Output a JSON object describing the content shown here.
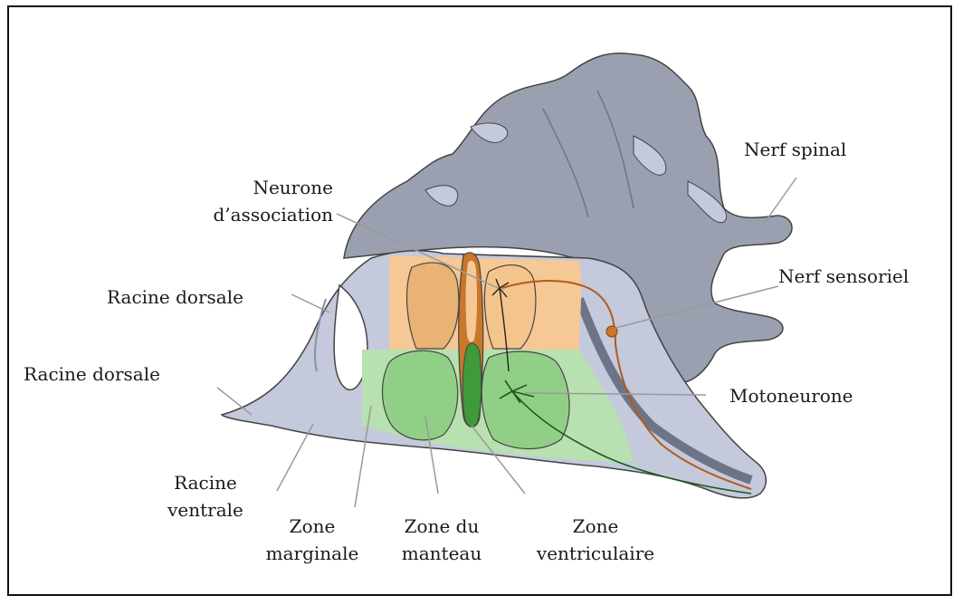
{
  "colors": {
    "mesh": "#9aa0b0",
    "mesh_dark": "#6e7488",
    "root": "#c4c9dc",
    "orange_zone": "#f5c896",
    "orange_dark": "#e0a05a",
    "green_zone": "#b8e0b0",
    "green_lobe": "#92cf86",
    "canal_green": "#3f9a3a",
    "canal_orange": "#c9772a",
    "nerve": "#b35a1a",
    "leader": "#9a9a9a",
    "outline": "#444444"
  },
  "labels": {
    "nerf_spinal": "Nerf spinal",
    "neurone_assoc_1": "Neurone",
    "neurone_assoc_2": "d’association",
    "nerf_sensoriel": "Nerf sensoriel",
    "racine_dorsale_1": "Racine dorsale",
    "racine_dorsale_2": "Racine dorsale",
    "motoneurone": "Motoneurone",
    "racine_ventrale_1": "Racine",
    "racine_ventrale_2": "ventrale",
    "zone_marginale_1": "Zone",
    "zone_marginale_2": "marginale",
    "zone_manteau_1": "Zone du",
    "zone_manteau_2": "manteau",
    "zone_ventriculaire_1": "Zone",
    "zone_ventriculaire_2": "ventriculaire"
  }
}
